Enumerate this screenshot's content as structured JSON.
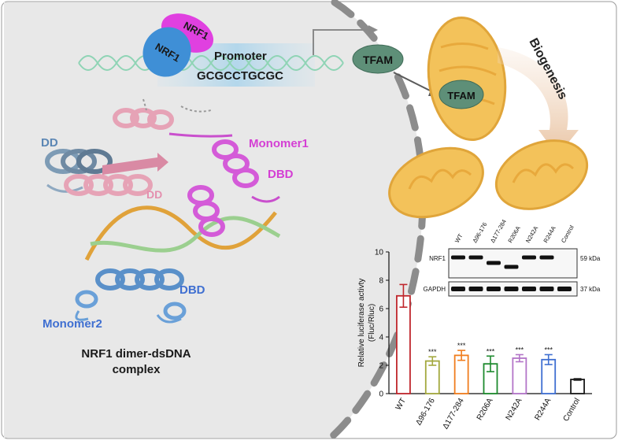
{
  "colors": {
    "nucleus": "#e6e6e6",
    "nrf1_pink": "#e040e0",
    "nrf1_blue": "#3f8fd6",
    "tfam": "#5e8f78",
    "mito_fill": "#f3c25a",
    "mito_outline": "#e0a53a",
    "wt": "#c0272d",
    "d96": "#a3a83e",
    "d177": "#f07d1e",
    "r206": "#1e8a2e",
    "n242": "#b374c8",
    "r244": "#3f6fd1",
    "control": "#1a1a1a"
  },
  "labels": {
    "nrf1_top": "NRF1",
    "nrf1_bottom": "NRF1",
    "promoter": "Promoter",
    "sequence": "GCGCCTGCGC",
    "tfam_out": "TFAM",
    "tfam_in": "TFAM",
    "biogenesis": "Biogenesis",
    "dd_left": "DD",
    "dd_center": "DD",
    "monomer1": "Monomer1",
    "dbd_right": "DBD",
    "dbd_bottom": "DBD",
    "monomer2": "Monomer2",
    "complex_line1": "NRF1 dimer-dsDNA",
    "complex_line2": "complex"
  },
  "blot": {
    "lanes": [
      "WT",
      "Δ96-176",
      "Δ177-284",
      "R206A",
      "N242A",
      "R244A",
      "Control"
    ],
    "rows": [
      {
        "label": "NRF1",
        "size": "59 kDa"
      },
      {
        "label": "GAPDH",
        "size": "37 kDa"
      }
    ]
  },
  "chart_data": {
    "type": "bar",
    "ylabel_line1": "Relative luciferase activty",
    "ylabel_line2": "(Fluc/Rluc)",
    "ylim": [
      0,
      10
    ],
    "yticks": [
      0,
      2,
      4,
      6,
      8,
      10
    ],
    "categories": [
      "WT",
      "Δ96-176",
      "Δ177-284",
      "R206A",
      "N242A",
      "R244A",
      "Control"
    ],
    "values": [
      6.9,
      2.3,
      2.7,
      2.1,
      2.5,
      2.4,
      1.0
    ],
    "errors": [
      0.8,
      0.3,
      0.35,
      0.55,
      0.25,
      0.35,
      0.05
    ],
    "significance": [
      "",
      "***",
      "***",
      "***",
      "***",
      "***",
      ""
    ]
  }
}
